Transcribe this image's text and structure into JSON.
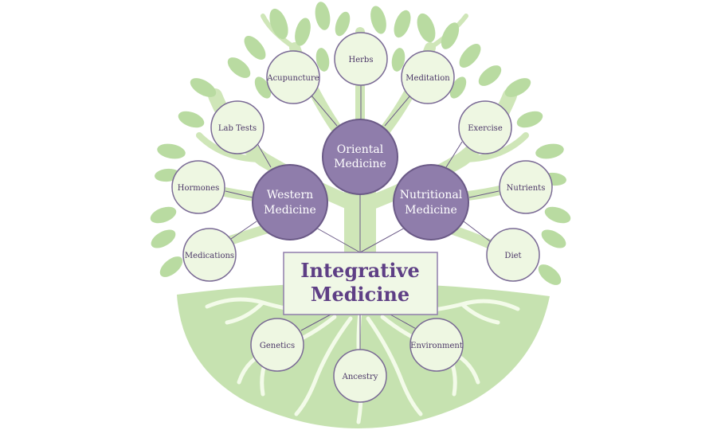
{
  "colors": {
    "tree_light": "#cfe6b8",
    "tree_mid": "#b9dba1",
    "ground": "#c6e2b0",
    "roots": "#f3fbe9",
    "leaf_node_fill": "#eef7e2",
    "leaf_node_stroke": "#7a6a95",
    "hub_fill": "#8f7dab",
    "hub_stroke": "#6b5a87",
    "connector": "#6b5a87",
    "center_fill": "#f0f8e6",
    "center_stroke": "#8f7dab",
    "center_text": "#5e3f85",
    "leaf_text": "#4a3566"
  },
  "center": {
    "line1": "Integrative",
    "line2": "Medicine"
  },
  "hubs": {
    "oriental": {
      "line1": "Oriental",
      "line2": "Medicine"
    },
    "western": {
      "line1": "Western",
      "line2": "Medicine"
    },
    "nutritional": {
      "line1": "Nutritional",
      "line2": "Medicine"
    }
  },
  "leaves": {
    "herbs": "Herbs",
    "acupuncture": "Acupuncture",
    "meditation": "Meditation",
    "lab_tests": "Lab Tests",
    "exercise": "Exercise",
    "hormones": "Hormones",
    "nutrients": "Nutrients",
    "medications": "Medications",
    "diet": "Diet",
    "genetics": "Genetics",
    "environment": "Environment",
    "ancestry": "Ancestry"
  }
}
